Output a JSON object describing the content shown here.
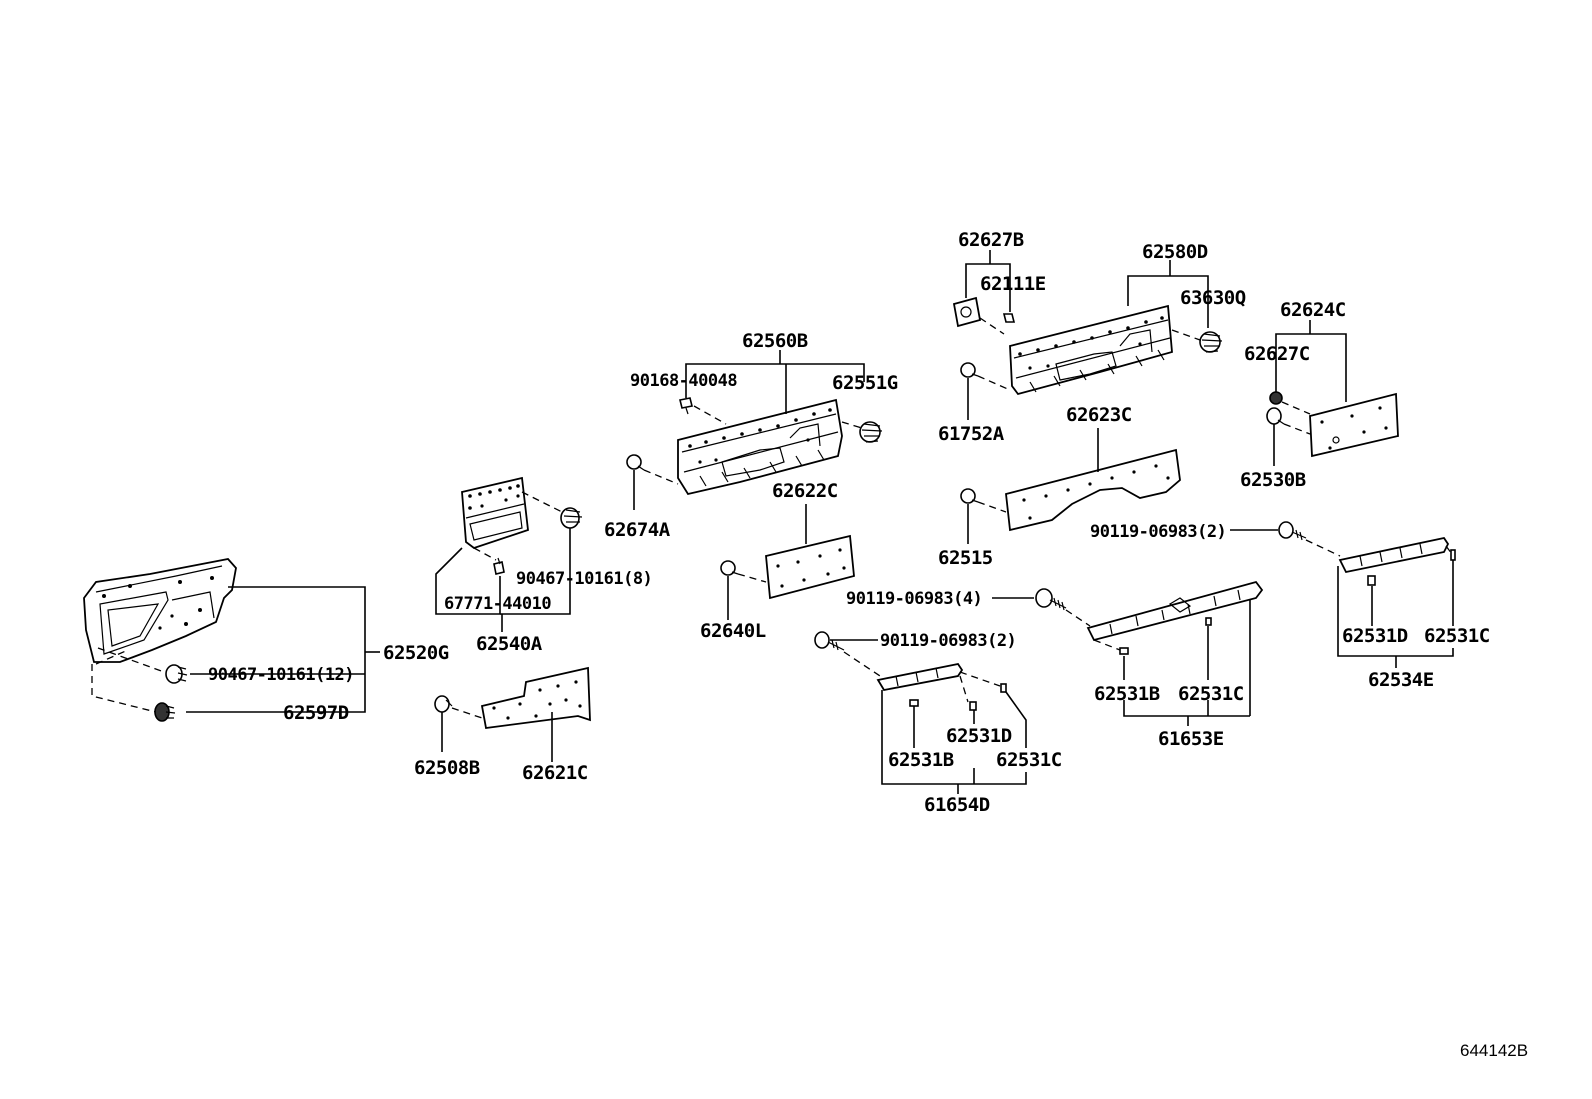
{
  "labels": {
    "p62520G": "62520G",
    "p90467_10161_12": "90467-10161(12)",
    "p62597D": "62597D",
    "p90467_10161_8": "90467-10161(8)",
    "p67771_44010": "67771-44010",
    "p62540A": "62540A",
    "p62508B": "62508B",
    "p62621C": "62621C",
    "p62674A": "62674A",
    "p90168_40048": "90168-40048",
    "p62560B": "62560B",
    "p62551G": "62551G",
    "p62622C": "62622C",
    "p62640L": "62640L",
    "p62627B": "62627B",
    "p62111E": "62111E",
    "p62580D": "62580D",
    "p63630Q": "63630Q",
    "p61752A": "61752A",
    "p62623C": "62623C",
    "p62515": "62515",
    "p62624C": "62624C",
    "p62627C": "62627C",
    "p62530B": "62530B",
    "p90119_06983_2a": "90119-06983(2)",
    "p90119_06983_4": "90119-06983(4)",
    "p90119_06983_2b": "90119-06983(2)",
    "p62531D_a": "62531D",
    "p62531C_a": "62531C",
    "p62534E": "62534E",
    "p62531B_b": "62531B",
    "p62531C_b": "62531C",
    "p61653E": "61653E",
    "p62531D_c": "62531D",
    "p62531B_c": "62531B",
    "p62531C_c": "62531C",
    "p61654D": "61654D"
  },
  "reference_code": "644142B"
}
